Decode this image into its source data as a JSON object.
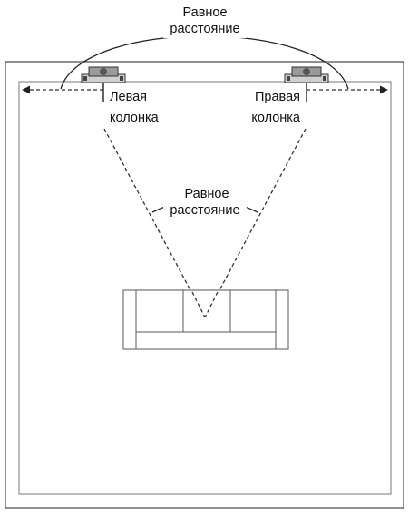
{
  "labels": {
    "top_distance": [
      "Равное",
      "расстояние"
    ],
    "center_distance": [
      "Равное",
      "расстояние"
    ],
    "left_speaker": [
      "Левая",
      "колонка"
    ],
    "right_speaker": [
      "Правая",
      "колонка"
    ]
  },
  "colors": {
    "line": "#333333",
    "wall": "#555555",
    "background": "#ffffff"
  },
  "icons": {
    "speaker": "speaker-icon",
    "sofa": "sofa-icon"
  }
}
